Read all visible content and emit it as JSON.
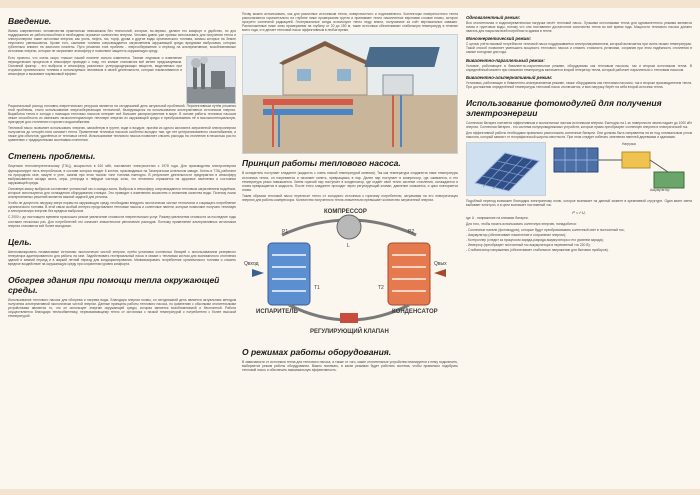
{
  "col1": {
    "intro_title": "Введение.",
    "intro_p1": "Жизнь современного человечества практически невозможна без технологий, которые, во-первых, делают его комфорт и удобство, но для поддержания их работоспособности необходимо огромное количество энергии. Человек давно уже привык использовать для получения тепла и электроэнергии такие источники энергии, как уголь, нефть, газ, торф, дрова и другие виды органического топлива, запасы которых на Земле неуклонно уменьшаются. Кроме того, сжигание топлива сопровождается загрязнением окружающей среды вредными выбросами, которые губительно влияют на экологию планеты. Пути решения этих проблем - энергосбережение и переход на альтернативные, возобновляемые источники энергии, которые не загрязняют атмосферу и позволяют защитить окружающую среду.",
    "intro_p2": "Есть проекты, что очень скоро «наша» нашей планете сильно изменится. Таяние ледников и изменение периодических процессов в атмосфере приводят к тому, что климат становится всё менее предсказуемым. Основной фактор - это выбросы в атмосферу различных углеродсодержащих веществ, выделяемых при сгорании органического топлива и используемых человеком в своей деятельности, которые накапливаются в атмосфере и вызывают парниковый эффект.",
    "intro_p3": "Рациональный расход топливно-энергетических ресурсов является на сегодняшний день актуальной проблемой. Перспективным путём решения этой проблемы, стало использование энергосберегающих технологий, базирующихся на использовании альтернативных источников энергии. Выработка тепла и холода с помощью тепловых насосов потеряет всё большее распространение в мире. В основе работы тепловых насосов лежит способность их извлекать низкопотенциальную тепловую энергию из окружающей среды и преобразовывать её в высокопотенциальную, пригодную для отопления и горячего водоснабжения.",
    "intro_p4": "Тепловой насос позволяет использовать энергию, запасённую в грунте, воде и воздухе, причём из одного киловатта затраченной электроэнергии получается до четырёх-пяти киловатт тепла. Применение тепловых насосов особенно выгодно там, где нет централизованного газоснабжения, а также для объектов, удалённых от тепловых сетей. Использование теплового насоса позволяет снизить расходы на отопление в несколько раз по сравнению с традиционными системами отопления.",
    "dev_title": "Степень проблемы.",
    "dev_p1": "Лицензия теплоэнергетическому (ТЭЦ), мощностью в 610 мВт, поставляет электричество с 1978 года. Для производства электроэнергии функционирует пять энергоблоков, в составе которых входит 6 котлов, производимых на Таганрогском котельном заводе. Котлы в ТЭЦ работают на природном газе, мазуте и угле, сжигая при этом тысячи тонн топлива ежегодно. В результате деятельности предприятия в атмосферу выбрасываются оксиды азота, серы, углерода и твёрдые частицы золы, что негативно отражается на здоровье населения и состоянии окружающей среды.",
    "dev_p2": "Основную массу выбросов составляют углекислый газ и оксиды азота. Выбросы в атмосферу сопровождаются тепловым загрязнением водоёмов, которые используются для охлаждения оборудования станции. Это приводит к изменению экосистем и снижению качества воды. Поэтому поиск альтернативных решений является важной задачей для региона.",
    "dev_p3": "Чтобы не допустить нагрузку сверх нормы на окружающую среду, необходимо внедрять экологически чистые технологии и сокращать потребление органического топлива. В этой связи особый интерес представляют тепловые насосы и солнечные панели, которые позволяют получать тепловую и электрическую энергию без вредных выбросов.",
    "dev_p4": "С 2000 г. до настоящего времени произошло резкое увеличение стоимости энергетических услуг. Размер увеличения стоимости за последние годы составил несколько раз. Для потребителей это означает значительное увеличение расходов. Поэтому применение альтернативных источников энергии становится всё более выгодным.",
    "goal_title": "Цель.",
    "goal_p1": "Автономизировать независимые источники экологически чистой энергии, путём установки солнечных батарей с использованием резервного генератора адаптированного для работы на газе. Задействовать геотермальный насос в связке с тепловым котлом для экономичного отопления зданий в зимний период и в жаркий летний период для кондиционирования. Минимизировать потребление органического топлива и снизить вредное воздействие на окружающую среду при сохранении уровня комфорта.",
    "heat_title": "Обогрев здания при помощи тепла окружающей среды.",
    "heat_p1": "Использование теплового насоса для обогрева и нагрева воды. Благодаря энергии почвы, он сегодняшний день является актуальным методом получения альтернативной экологически чистой энергии. Данные принципы работы теплового насоса, по сравнению с обычными отопительными устройствами являются то, что он использует энергию окружающей среды, которая является возобновляемой и бесплатной. Работа осуществляется благодаря теплообменнику, перекачивающему тепло от источника с низкой температурой к потребителю с более высокой температурой."
  },
  "col2": {
    "top_p1": "Почву можно использовать, как для различных источников тепла, поверхностного и подпочвенного. Коллекторы поверхностного тепла располагаются горизонтально на глубине ниже промерзания грунта и принимают тепло накопленное верхними слоями почвы, которое прогрето солнечной радиацией. Геотермальные зонды используют тепло недр земли, получаемое за счёт вертикальных скважин. Расположенные ниже зоны промерзания на глубину от 20 до 150 м, такие источники обеспечивают стабильную температуру в течение всего года, что делает тепловой насос эффективным в любое время.",
    "principle_title": "Принцип работы теплового насоса.",
    "principle_p1": "В испаритель поступает хладагент (жидкость с очень низкой температурой кипения). Так как температура хладагента ниже температуры источника тепла, он нагревается и начинает кипеть, превращаясь в пар. Далее пар поступает в компрессор, где сжимается, и его температура резко повышается. Затем горячий пар поступает в конденсатор, где отдаёт своё тепло системе отопления, охлаждается и снова превращается в жидкость. После этого хладагент проходит через регулирующий клапан, давление снижается, и цикл повторяется снова.",
    "principle_p2": "Таким образом тепловой насос переносит тепло от холодного источника к горячему потребителю, затрачивая на это электрическую энергию для работы компрессора. Количество полученного тепла значительно превышает количество затраченной энергии.",
    "diagram": {
      "compressor": "КОМПРЕССОР",
      "evaporator": "ИСПАРИТЕЛЬ",
      "condenser": "КОНДЕНСАТОР",
      "valve": "РЕГУЛИРУЮЩИЙ КЛАПАН",
      "q_in": "Qвход",
      "q_out": "Qвых",
      "l": "L",
      "p1": "P1",
      "p2": "P2",
      "t1": "T1",
      "t2": "T2"
    },
    "modes_title": "О режимах работы оборудования.",
    "modes_p1": "В зависимости от источника тепла для теплового насоса, а также от того, какие отопительные устройства планируется к нему подключить, выбирается режим работы оборудования. Важно понимать, в каких режимах будет работать система, чтобы правильно подобрать тепловой насос и обеспечить максимальную эффективность."
  },
  "col3": {
    "p_top1": "Одновалентный режим:",
    "p_top2": "Вся отопительная и водонагревательная нагрузка несёт тепловой насос. Лучшими источниками тепла для одновалентного режима являются почва и грунтовые воды, потому что они поставляют достаточное количество тепла во всё время года. Мощности теплового насоса должно хватать для покрытия всей потребности здания в тепле.",
    "p_top3": "Моноэнергетический режим:",
    "p_top4": "С целью учёта пиковой потребности тепловой насос поддерживается электронагревателем, который включается при очень низких температурах. Такой способ позволяет уменьшить мощность теплового насоса и снизить стоимость установки, сохранив при этом надёжность отопления в самые холодные дни года.",
    "p_top5": "Бивалентно-параллельный режим:",
    "p_top6": "Условие, работающее в бивалентно-параллельном режиме, оборудованы как тепловым насосом, так и вторым источником тепла. В определённый момент при снижении температуры включается второй генератор тепла, который работает параллельно с тепловым насосом.",
    "p_top7": "Бивалентно-альтернативный режим:",
    "p_top8": "Установки, работающие в бивалентно-альтернативном режиме, также оборудованы как тепловым насосом, так и вторым производителем тепла. При достижении определённой температуры тепловой насос отключается, и всю нагрузку берёт на себя второй источник тепла.",
    "solar_title": "Использование фотомодулей для получения электроэнергии",
    "solar_p1": "Солнечная батарея считается эффективным и экологически чистым источником энергии. Ежегодно на 1 м² поверхности земли падает до 1000 кВт энергии. Солнечная батарея - это система полупроводниковых устройств, которые прямо преобразуют солнечную энергию в электрический ток.",
    "solar_p2": "Для эффективной работы необходимо правильно расположить солнечные батареи. Они должны быть направлены на юг под оптимальным углом наклона, который зависит от географической широты местности. При этом следует избегать затенения панелей деревьями и зданиями.",
    "solar_p3": "Подобный переход возможен благодаря электронному полю, которое возникает на данный момент в кремниевой структуре. Один квант света выбивает электрон, и в цепи возникает постоянный ток.",
    "formula": "P = I·U,",
    "formula_note": "где U - напряжение на клеммах батареи.",
    "list_intro": "Для того, чтобы начать использовать солнечную энергию, понадобится:",
    "list_items": [
      "- Солнечные панели (фотомодули), которые будут преобразовывать солнечный свет в постоянный ток;",
      "- Аккумулятор (обеспечивает накопление и сохранение энергии);",
      "- Контроллер (следит за процессом заряда-разряда аккумулятора и его уровнем заряда);",
      "- Инвертор (преобразует постоянный ток аккумулятора в переменный ток 220 В);",
      "- Стабилизатор напряжения (обеспечивает стабильное напряжение для бытовых приборов)."
    ],
    "legend_panel": "Нагрузка",
    "legend_battery": "Аккумулятор"
  }
}
